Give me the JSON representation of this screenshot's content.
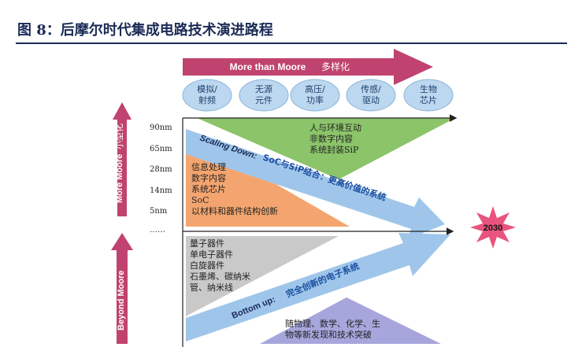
{
  "figure_title": "图 8：后摩尔时代集成电路技术演进路程",
  "more_than_moore": {
    "label_en": "More than Moore",
    "label_cn": "多样化"
  },
  "bubbles": [
    {
      "text": "模拟/\n射频"
    },
    {
      "text": "无源\n元件"
    },
    {
      "text": "高压/\n功率"
    },
    {
      "text": "传感/\n驱动"
    },
    {
      "text": "生物\n芯片"
    }
  ],
  "more_moore": {
    "label_en": "More Moore",
    "label_cn": "小型化"
  },
  "beyond_moore": {
    "label": "Beyond Moore"
  },
  "node_ticks": [
    "90nm",
    "65nm",
    "28nm",
    "14nm",
    "5nm",
    "……"
  ],
  "green_region": {
    "text": "人与环境互动\n非数字内容\n系统封装SiP"
  },
  "orange_region": {
    "text": "信息处理\n数字内容\n系统芯片\nSoC\n以材料和器件结构创新"
  },
  "gray_region": {
    "text": "量子器件\n单电子器件\n白旋器件\n石墨烯、碳纳米\n管、纳米线"
  },
  "blue_region": {
    "text": "随物理、数学、化学、生\n物等新发现和技术突破"
  },
  "scaling_down": {
    "label_en": "Scaling Down:",
    "label_mix": "SoC与SiP结合：更高价值的系统"
  },
  "bottom_up": {
    "label_en": "Bottom up:",
    "label_cn": "完全创新的电子系统"
  },
  "target_year": "2030",
  "colors": {
    "pink_arrow": "#c0436f",
    "bubble_fill": "#bcd8f0",
    "green": "#8cc46a",
    "orange": "#f4a56f",
    "gray": "#c9c9c9",
    "blue_arrow": "#9fc6ea",
    "lavender": "#a7a6dc",
    "star": "#e8547e"
  }
}
